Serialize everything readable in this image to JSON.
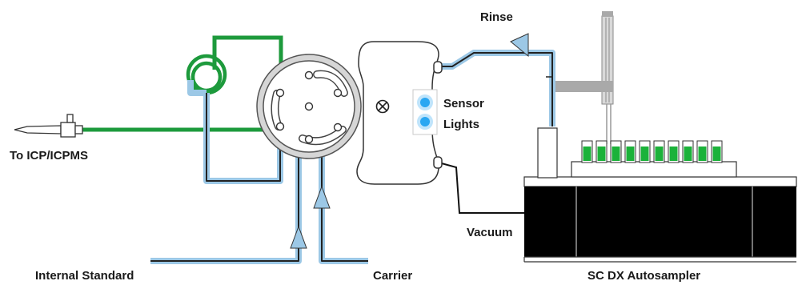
{
  "labels": {
    "rinse": "Rinse",
    "sensor_line1": "Sensor",
    "sensor_line2": "Lights",
    "to_icp": "To ICP/ICPMS",
    "vacuum": "Vacuum",
    "internal_standard": "Internal Standard",
    "carrier": "Carrier",
    "autosampler": "SC DX Autosampler"
  },
  "colors": {
    "sample_line": "#1d9a3c",
    "liquid_line": "#9cc8e6",
    "liquid_fill": "#b6d8ef",
    "sensor_light": "#2aa7f2",
    "vial_liquid": "#1bb23a",
    "autosampler_body": "#000000",
    "arm_gray": "#a9a9a9"
  },
  "icons": {
    "valve_center": "circled-x-icon"
  }
}
